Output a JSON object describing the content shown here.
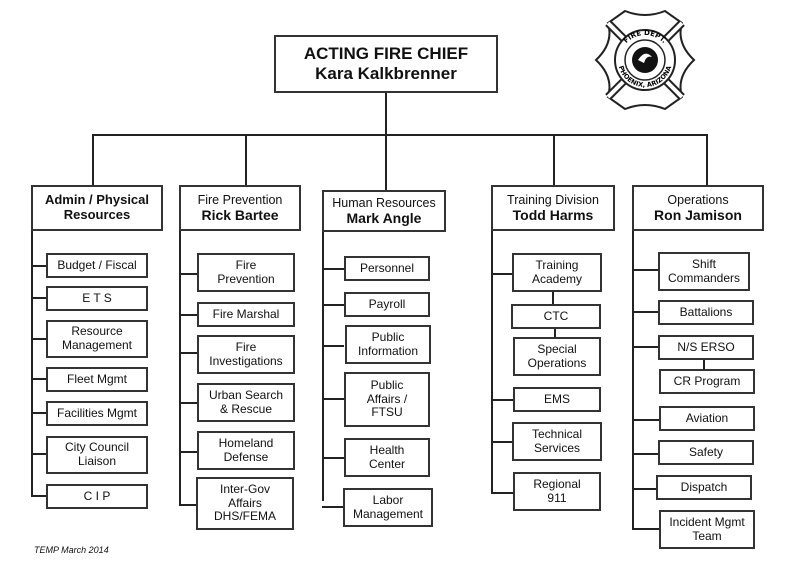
{
  "chief": {
    "title": "ACTING FIRE CHIEF",
    "name": "Kara Kalkbrenner"
  },
  "logo": {
    "icon": "fire-dept-maltese-cross-icon",
    "top_text": "FIRE DEPT.",
    "bottom_text": "PHOENIX, ARIZONA"
  },
  "divisions": [
    {
      "title": "Admin / Physical Resources",
      "name": "",
      "units": [
        "Budget / Fiscal",
        "E T S",
        "Resource Management",
        "Fleet Mgmt",
        "Facilities Mgmt",
        "City Council Liaison",
        "C I P"
      ]
    },
    {
      "title": "Fire Prevention",
      "name": "Rick Bartee",
      "units": [
        "Fire Prevention",
        "Fire Marshal",
        "Fire Investigations",
        "Urban Search & Rescue",
        "Homeland Defense",
        "Inter-Gov Affairs DHS/FEMA"
      ]
    },
    {
      "title": "Human Resources",
      "name": "Mark Angle",
      "units": [
        "Personnel",
        "Payroll",
        "Public Information",
        "Public Affairs / FTSU",
        "Health Center",
        "Labor Management"
      ]
    },
    {
      "title": "Training Division",
      "name": "Todd Harms",
      "units": [
        "Training Academy",
        "CTC",
        "Special Operations",
        "EMS",
        "Technical Services",
        "Regional 911"
      ]
    },
    {
      "title": "Operations",
      "name": "Ron Jamison",
      "units": [
        "Shift Commanders",
        "Battalions",
        "N/S ERSO",
        "CR Program",
        "Aviation",
        "Safety",
        "Dispatch",
        "Incident Mgmt Team"
      ]
    }
  ],
  "footer": "TEMP March 2014"
}
